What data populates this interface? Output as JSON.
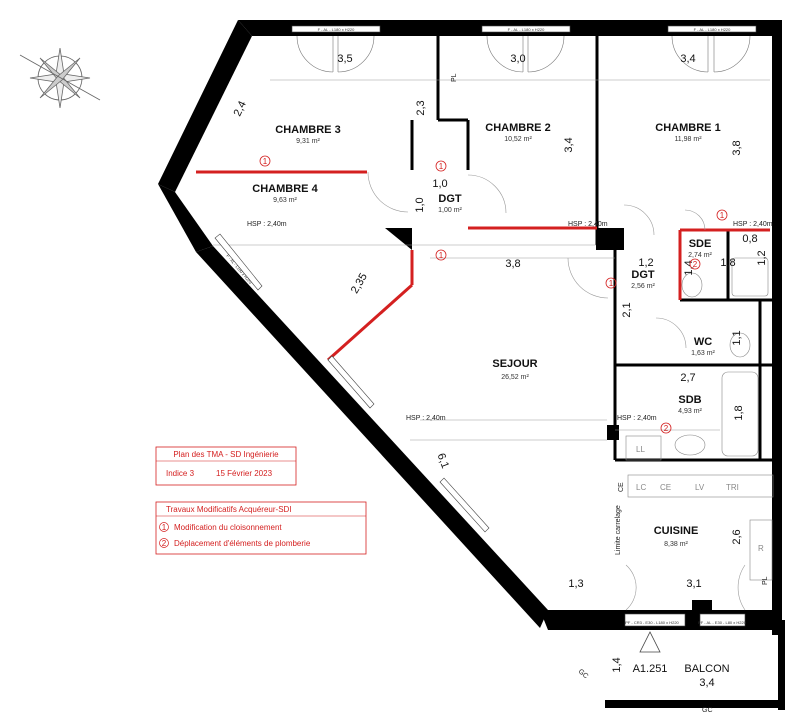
{
  "rooms": {
    "chambre3": {
      "name": "CHAMBRE 3",
      "area": "9,31 m²"
    },
    "chambre2": {
      "name": "CHAMBRE 2",
      "area": "10,52 m²"
    },
    "chambre1": {
      "name": "CHAMBRE 1",
      "area": "11,98 m²"
    },
    "chambre4": {
      "name": "CHAMBRE 4",
      "area": "9,63 m²"
    },
    "dgt1": {
      "name": "DGT",
      "area": "1,00 m²"
    },
    "dgt2": {
      "name": "DGT",
      "area": "2,56 m²"
    },
    "sde": {
      "name": "SDE",
      "area": "2,74 m²"
    },
    "wc": {
      "name": "WC",
      "area": "1,63 m²"
    },
    "sejour": {
      "name": "SEJOUR",
      "area": "26,52 m²"
    },
    "sdb": {
      "name": "SDB",
      "area": "4,93 m²"
    },
    "cuisine": {
      "name": "CUISINE",
      "area": "8,38 m²"
    },
    "balcon": {
      "name": "BALCON"
    }
  },
  "dimensions": [
    "3,5",
    "3,0",
    "3,4",
    "2,4",
    "2,3",
    "3,4",
    "3,8",
    "1,0",
    "1,0",
    "3,8",
    "2,35",
    "0,8",
    "1,2",
    "1,2",
    "1,4",
    "1,8",
    "2,1",
    "1,1",
    "2,7",
    "1,8",
    "6,1",
    "2,6",
    "1,3",
    "3,1",
    "1,4",
    "3,4"
  ],
  "hsp": [
    "HSP : 2,40m",
    "HSP : 2,40m",
    "HSP : 2,40m",
    "HSP : 2,40m",
    "HSP : 2,40m"
  ],
  "window_labels": [
    "F - AL - L180 x H220",
    "F - AL - L180 x H220",
    "F - AL - L180 x H220",
    "F - AL - L180 x H220",
    "PF - CR3 - E30 - L180 x H220",
    "PF - AL - E30 - L80 x H220"
  ],
  "fixtures": {
    "pl1": "PL",
    "pl2": "PL",
    "ll": "LL",
    "lc": "LC",
    "lv": "LV",
    "tri": "TRI",
    "r": "R",
    "ce": "CE",
    "ce2": "CE",
    "gc1": "GC",
    "gc2": "GC",
    "limit": "Limite carrelage"
  },
  "reference": "A1.251",
  "markers": [
    "1",
    "1",
    "1",
    "1",
    "1",
    "2",
    "2",
    "2"
  ],
  "titleblock": {
    "line1": "Plan des TMA - SD Ingénierie",
    "indice": "Indice 3",
    "date": "15 Février 2023"
  },
  "legend": {
    "title": "Travaux Modificatifs Acquéreur-SDI",
    "items": [
      {
        "num": "1",
        "text": "Modification du cloisonnement"
      },
      {
        "num": "2",
        "text": "Déplacement d'éléments de plomberie"
      }
    ]
  },
  "colors": {
    "wall": "#000000",
    "modification": "#d42020",
    "line": "#777777"
  }
}
